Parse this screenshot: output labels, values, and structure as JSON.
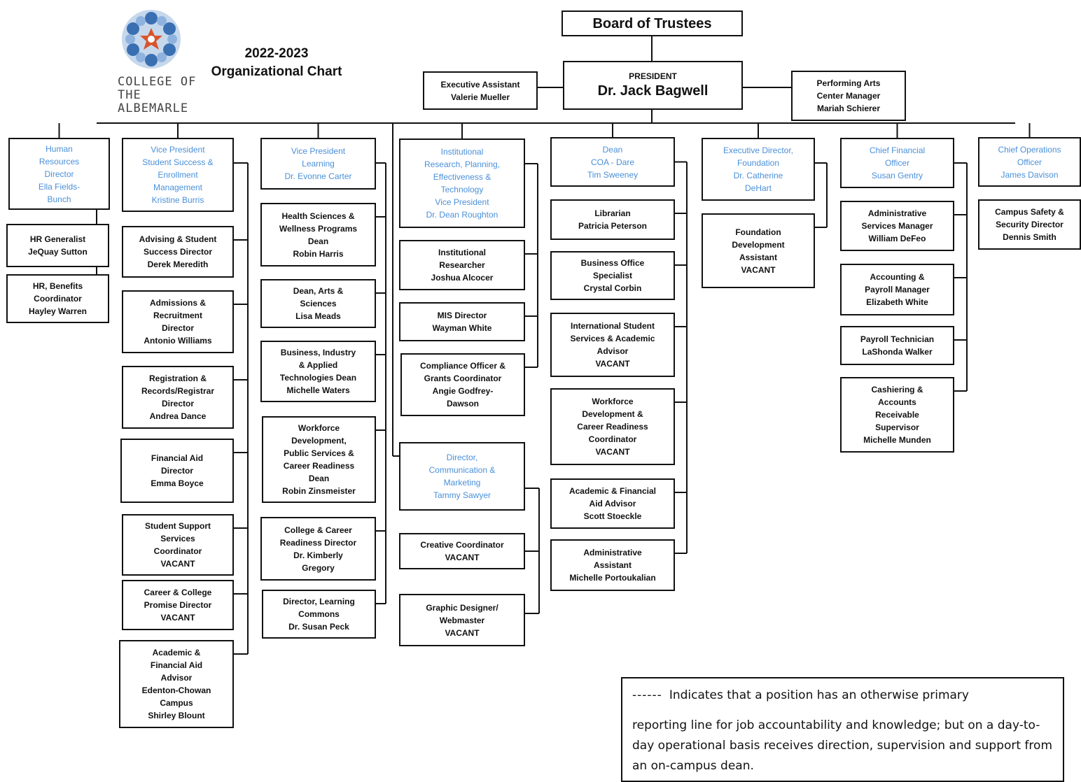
{
  "chart_title": {
    "year": "2022-2023",
    "title": "Organizational Chart"
  },
  "logo": {
    "line1": "COLLEGE OF THE",
    "line2": "ALBEMARLE",
    "icon": "college-star-logo"
  },
  "colors": {
    "leader_text": "#4a90d9",
    "border": "#111111"
  },
  "board": {
    "title": "Board of Trustees"
  },
  "president": {
    "title": "PRESIDENT",
    "name": "Dr. Jack Bagwell"
  },
  "exec_assistant": {
    "title": "Executive Assistant",
    "name": "Valerie Mueller"
  },
  "pac_manager": {
    "title": "Performing Arts\nCenter Manager",
    "name": "Mariah Schierer"
  },
  "columns": [
    {
      "head": {
        "title": "Human\nResources\nDirector",
        "name": "Ella Fields-\nBunch"
      },
      "items": [
        {
          "title": "HR Generalist",
          "name": "JeQuay Sutton"
        },
        {
          "title": "HR, Benefits\nCoordinator",
          "name": "Hayley Warren"
        }
      ]
    },
    {
      "head": {
        "title": "Vice President\nStudent Success &\nEnrollment\nManagement",
        "name": "Kristine Burris"
      },
      "items": [
        {
          "title": "Advising & Student\nSuccess Director",
          "name": "Derek Meredith"
        },
        {
          "title": "Admissions &\nRecruitment\nDirector",
          "name": "Antonio Williams"
        },
        {
          "title": "Registration &\nRecords/Registrar\nDirector",
          "name": "Andrea Dance"
        },
        {
          "title": "Financial Aid\nDirector",
          "name": "Emma Boyce"
        },
        {
          "title": "Student Support\nServices\nCoordinator",
          "name": "VACANT"
        },
        {
          "title": "Career & College\nPromise Director",
          "name": "VACANT"
        },
        {
          "title": "Academic &\nFinancial Aid\nAdvisor\nEdenton-Chowan\nCampus",
          "name": "Shirley Blount"
        }
      ]
    },
    {
      "head": {
        "title": "Vice President\nLearning",
        "name": "Dr. Evonne Carter"
      },
      "items": [
        {
          "title": "Health Sciences &\nWellness Programs\nDean",
          "name": "Robin Harris"
        },
        {
          "title": "Dean, Arts &\nSciences",
          "name": "Lisa Meads"
        },
        {
          "title": "Business, Industry\n& Applied\nTechnologies Dean",
          "name": "Michelle Waters"
        },
        {
          "title": "Workforce\nDevelopment,\nPublic Services &\nCareer Readiness\nDean",
          "name": "Robin Zinsmeister"
        },
        {
          "title": "College & Career\nReadiness Director",
          "name": "Dr. Kimberly\nGregory"
        },
        {
          "title": "Director, Learning\nCommons",
          "name": "Dr. Susan Peck"
        }
      ]
    },
    {
      "head": {
        "title": "Institutional\nResearch, Planning,\nEffectiveness &\nTechnology\nVice President",
        "name": "Dr. Dean Roughton"
      },
      "items": [
        {
          "title": "Institutional\nResearcher",
          "name": "Joshua Alcocer"
        },
        {
          "title": "MIS Director",
          "name": "Wayman White"
        },
        {
          "title": "Compliance Officer &\nGrants Coordinator",
          "name": "Angie Godfrey-\nDawson"
        }
      ],
      "head2": {
        "title": "Director,\nCommunication &\nMarketing",
        "name": "Tammy Sawyer"
      },
      "items2": [
        {
          "title": "Creative Coordinator",
          "name": "VACANT"
        },
        {
          "title": "Graphic Designer/\nWebmaster",
          "name": "VACANT"
        }
      ]
    },
    {
      "head": {
        "title": "Dean\nCOA - Dare",
        "name": "Tim Sweeney"
      },
      "items": [
        {
          "title": "Librarian",
          "name": "Patricia Peterson"
        },
        {
          "title": "Business Office\nSpecialist",
          "name": "Crystal Corbin"
        },
        {
          "title": "International Student\nServices & Academic\nAdvisor",
          "name": "VACANT"
        },
        {
          "title": "Workforce\nDevelopment &\nCareer Readiness\nCoordinator",
          "name": "VACANT"
        },
        {
          "title": "Academic & Financial\nAid Advisor",
          "name": "Scott Stoeckle"
        },
        {
          "title": "Administrative\nAssistant",
          "name": "Michelle Portoukalian"
        }
      ]
    },
    {
      "head": {
        "title": "Executive Director,\nFoundation",
        "name": "Dr. Catherine\nDeHart"
      },
      "items": [
        {
          "title": "Foundation\nDevelopment\nAssistant",
          "name": "VACANT"
        }
      ]
    },
    {
      "head": {
        "title": "Chief Financial\nOfficer",
        "name": "Susan Gentry"
      },
      "items": [
        {
          "title": "Administrative\nServices Manager",
          "name": "William DeFeo"
        },
        {
          "title": "Accounting &\nPayroll Manager",
          "name": "Elizabeth White"
        },
        {
          "title": "Payroll Technician",
          "name": "LaShonda Walker"
        },
        {
          "title": "Cashiering &\nAccounts\nReceivable\nSupervisor",
          "name": "Michelle Munden"
        }
      ]
    },
    {
      "head": {
        "title": "Chief Operations\nOfficer",
        "name": "James Davison"
      },
      "items": [
        {
          "title": "Campus Safety &\nSecurity Director",
          "name": "Dennis Smith"
        }
      ]
    }
  ],
  "legend": {
    "dashes": "------",
    "line1": "Indicates that a position has an otherwise primary",
    "line2": "reporting line for job accountability and knowledge; but on a day-to-day operational basis receives direction, supervision and support from an on-campus dean."
  }
}
